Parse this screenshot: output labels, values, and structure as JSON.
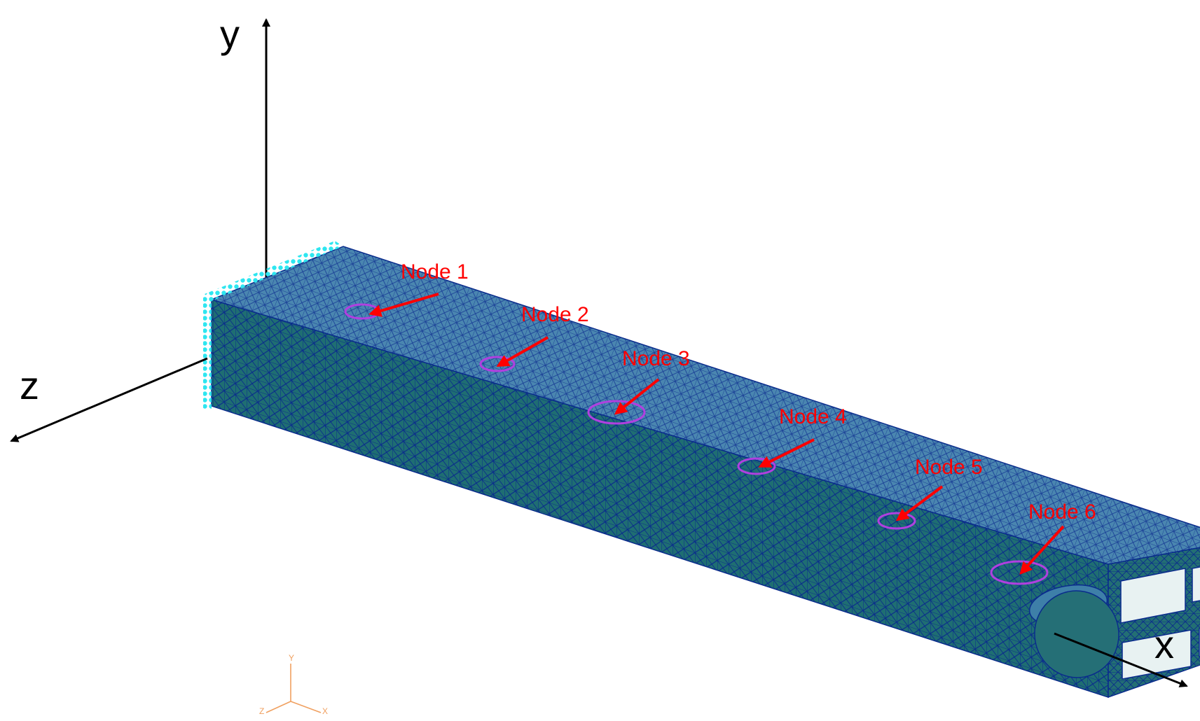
{
  "axes": {
    "y": "y",
    "z": "z",
    "x": "x"
  },
  "triad": {
    "y": "Y",
    "z": "Z",
    "x": "X"
  },
  "nodes": [
    {
      "label": "Node 1"
    },
    {
      "label": "Node 2"
    },
    {
      "label": "Node 3"
    },
    {
      "label": "Node 4"
    },
    {
      "label": "Node 5"
    },
    {
      "label": "Node 6"
    }
  ],
  "colors": {
    "mesh_side": "#1f6e72",
    "mesh_top": "#3e7fa8",
    "mesh_lines": "#0a2c8c",
    "annotation": "#ff0000",
    "fixed_support": "#2ee6f0",
    "node_marker": "#b040e0",
    "triad": "#f0a060"
  }
}
